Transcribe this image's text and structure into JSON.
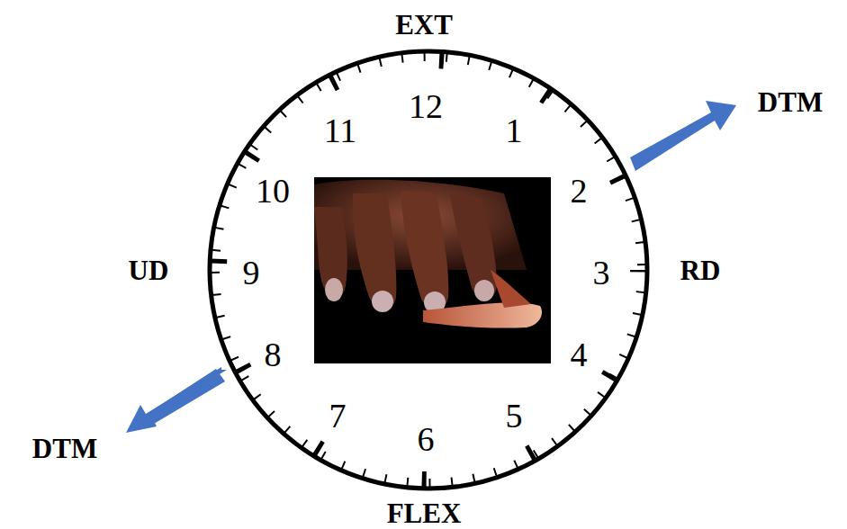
{
  "diagram": {
    "labels": [
      "EXT",
      "12",
      "1",
      "2",
      "3",
      "4",
      "5",
      "6",
      "7",
      "8",
      "9",
      "10",
      "11",
      "RD",
      "FLEX",
      "UD",
      "DTM",
      "DTM"
    ]
  }
}
